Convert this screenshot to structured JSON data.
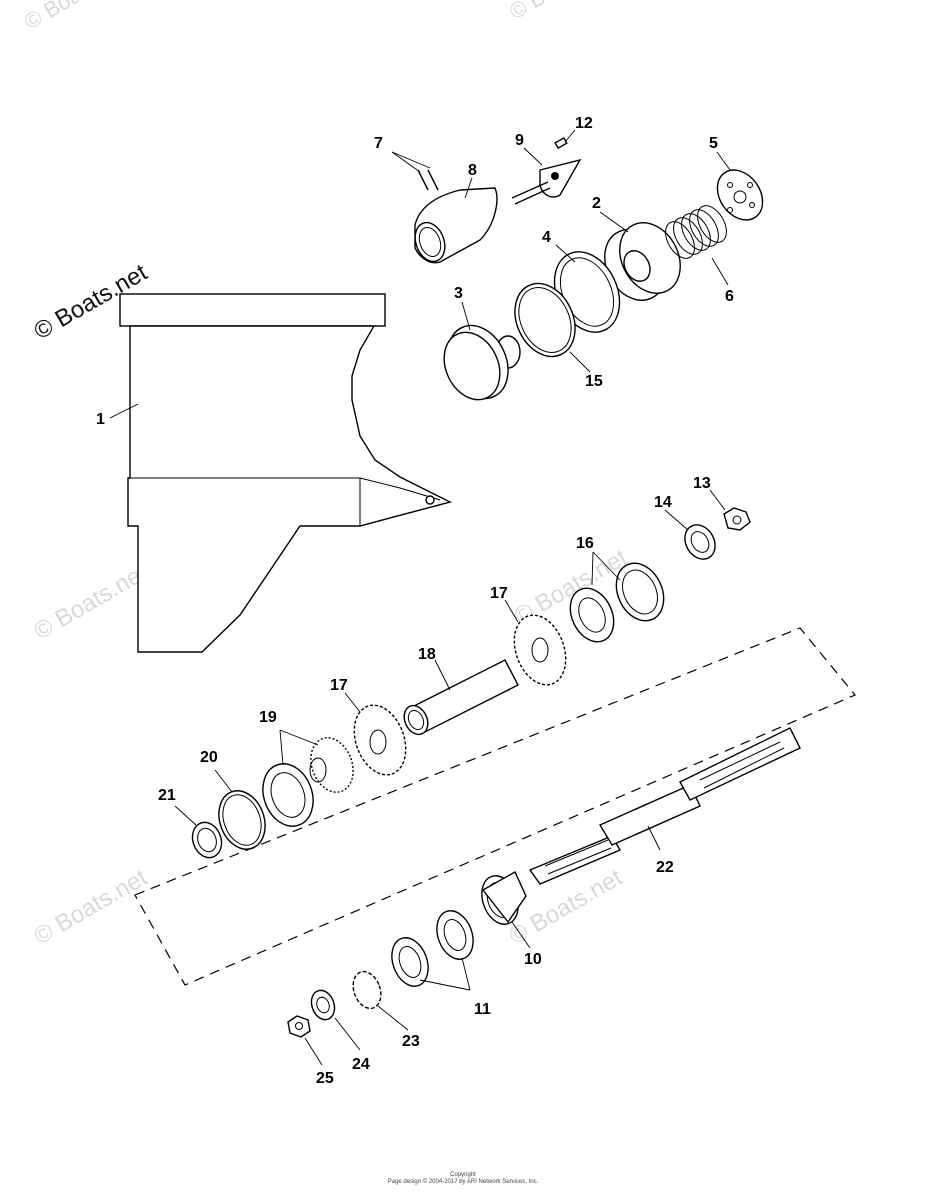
{
  "watermark": "© Boats.net",
  "callouts": {
    "c1": "1",
    "c2": "2",
    "c3": "3",
    "c4": "4",
    "c5": "5",
    "c6": "6",
    "c7": "7",
    "c8": "8",
    "c9": "9",
    "c10": "10",
    "c11": "11",
    "c12": "12",
    "c13": "13",
    "c14": "14",
    "c15": "15",
    "c16": "16",
    "c17a": "17",
    "c17b": "17",
    "c18": "18",
    "c19": "19",
    "c20": "20",
    "c21": "21",
    "c22": "22",
    "c23": "23",
    "c24": "24",
    "c25": "25"
  },
  "footer": {
    "line1": "Copyright",
    "line2": "Page design © 2004-2017 by ARI Network Services, Inc."
  }
}
